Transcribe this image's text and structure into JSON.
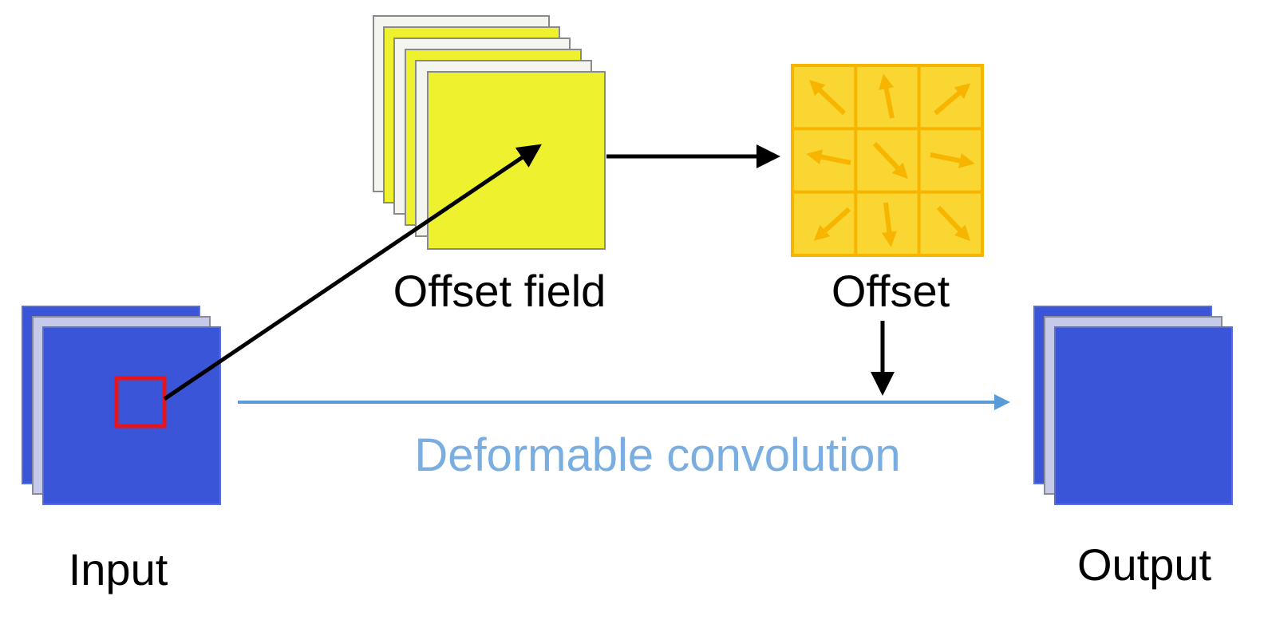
{
  "labels": {
    "offset_field": "Offset field",
    "offset": "Offset",
    "input": "Input",
    "output": "Output",
    "deformable_convolution": "Deformable convolution"
  },
  "colors": {
    "blue_fill": "#3b55d9",
    "blue_back": "#c5cae9",
    "yellow_fill": "#eef12e",
    "yellow_back": "#f5f5f0",
    "offset_fill": "#f9d632",
    "offset_border": "#f7b500",
    "offset_arrow": "#f7b500",
    "kernel_box": "#e8141b",
    "conv_line": "#5b9bd5",
    "conv_text": "#7aade0",
    "arrow": "#000000",
    "text": "#000000"
  },
  "offset_grid": {
    "arrows": [
      "up-left-arrow",
      "up-arrow",
      "up-right-arrow",
      "left-arrow",
      "down-right-arrow",
      "right-arrow",
      "down-left-arrow",
      "down-arrow",
      "down-right-arrow"
    ]
  }
}
